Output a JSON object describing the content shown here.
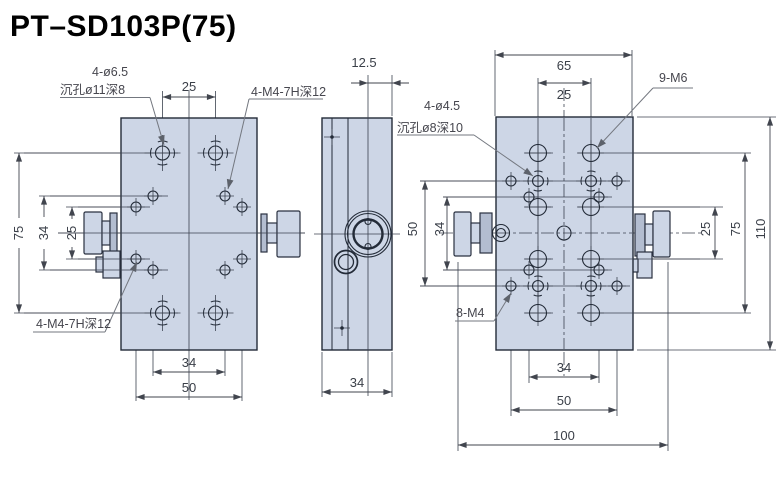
{
  "title": "PT–SD103P(75)",
  "front_view": {
    "label_counterbore_line1": "4-ø6.5",
    "label_counterbore_line2": "沉孔ø11深8",
    "label_tap_top": "4-M4-7H深12",
    "label_tap_bottom": "4-M4-7H深12",
    "dim_top_25": "25",
    "dim_left_75": "75",
    "dim_left_34": "34",
    "dim_left_25": "25",
    "dim_bottom_34": "34",
    "dim_bottom_50": "50"
  },
  "side_view": {
    "dim_top_12_5": "12.5",
    "dim_bottom_34": "34"
  },
  "back_view": {
    "label_counterbore_line1": "4-ø4.5",
    "label_counterbore_line2": "沉孔ø8深10",
    "label_m6": "9-M6",
    "label_m4": "8-M4",
    "dim_top_65": "65",
    "dim_top_25": "25",
    "dim_left_50": "50",
    "dim_left_34": "34",
    "dim_right_25": "25",
    "dim_right_75": "75",
    "dim_right_110": "110",
    "dim_bottom_34": "34",
    "dim_bottom_50": "50",
    "dim_bottom_100": "100"
  },
  "colors": {
    "plate_fill": "#cdd6e6",
    "outline": "#232b38",
    "dim_text": "#3a3f48",
    "leader": "#73777f",
    "background": "#ffffff"
  }
}
